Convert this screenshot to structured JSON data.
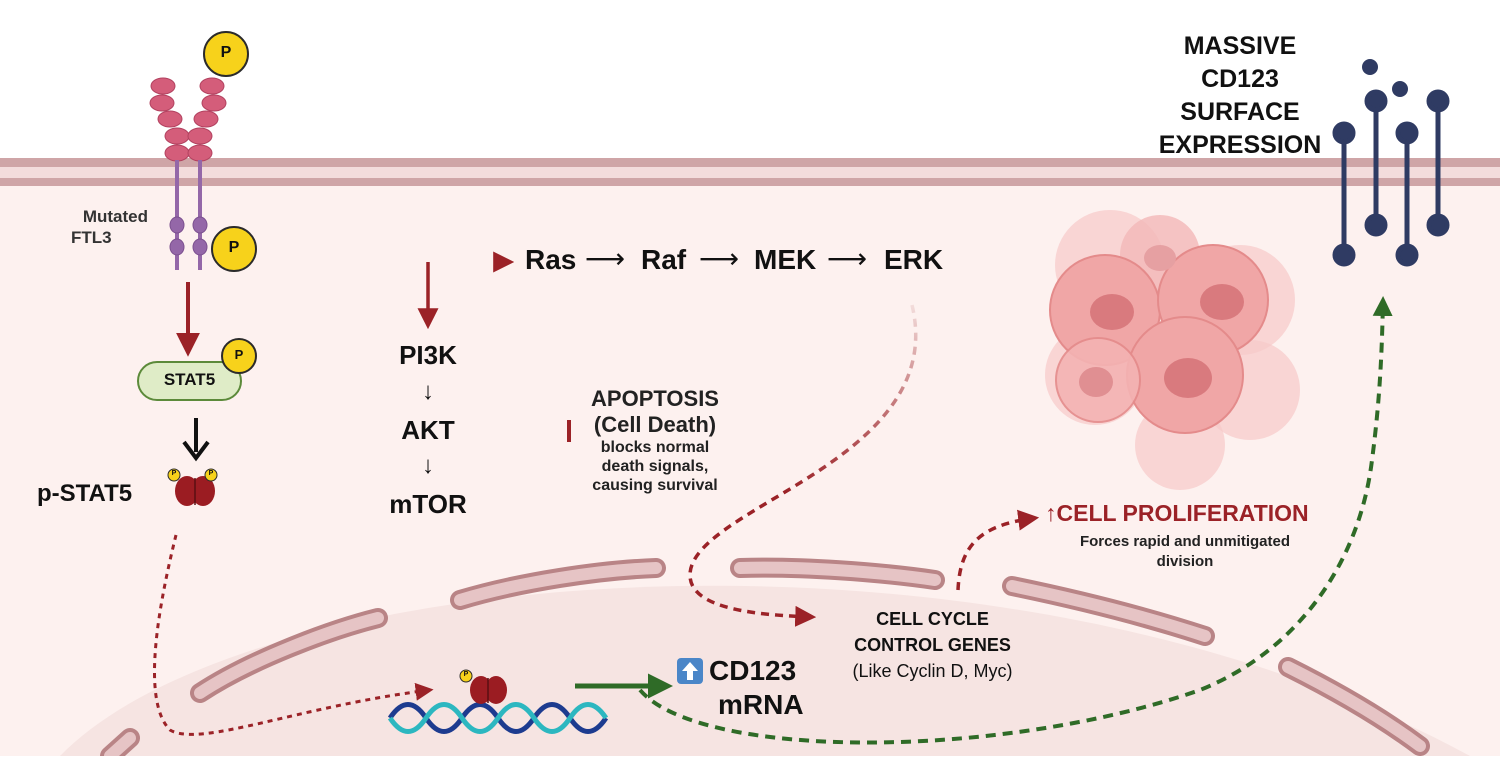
{
  "receptor": {
    "label_line1": "Mutated",
    "label_line2": "FTL3",
    "phospho": "P"
  },
  "stat5": {
    "label": "STAT5",
    "phospho": "P",
    "dimer_label": "p-STAT5",
    "dimer_phospho": "P"
  },
  "mapk": {
    "ras": "Ras",
    "raf": "Raf",
    "mek": "MEK",
    "erk": "ERK",
    "arrow": "⟶"
  },
  "pi3k": {
    "pi3k": "PI3K",
    "akt": "AKT",
    "mtor": "mTOR",
    "arrow": "↓"
  },
  "apoptosis": {
    "title": "APOPTOSIS",
    "subtitle": "(Cell Death)",
    "note_line1": "blocks normal",
    "note_line2": "death signals,",
    "note_line3": "causing survival"
  },
  "surface": {
    "line1": "MASSIVE",
    "line2": "CD123",
    "line3": "SURFACE",
    "line4": "EXPRESSION"
  },
  "proliferation": {
    "title": "↑CELL PROLIFERATION",
    "note_line1": "Forces rapid and unmitigated",
    "note_line2": "division"
  },
  "genes": {
    "line1": "CELL CYCLE",
    "line2": "CONTROL GENES",
    "line3": "(Like Cyclin D, Myc)"
  },
  "mrna": {
    "icon": "up-arrow-icon",
    "line1": "CD123",
    "line2": "mRNA"
  },
  "colors": {
    "membrane": "#cfa5a7",
    "cytoplasm": "#fdf1ef",
    "nucleus": "#f6e4e2",
    "envelope": "#c99b9d",
    "receptor": "#d45d7a",
    "tm": "#9467a8",
    "phospho": "#f7d21b",
    "dark_red": "#9b2227",
    "green": "#2f6b27",
    "navy": "#2f3b63",
    "cell": "#f0a6a6"
  }
}
